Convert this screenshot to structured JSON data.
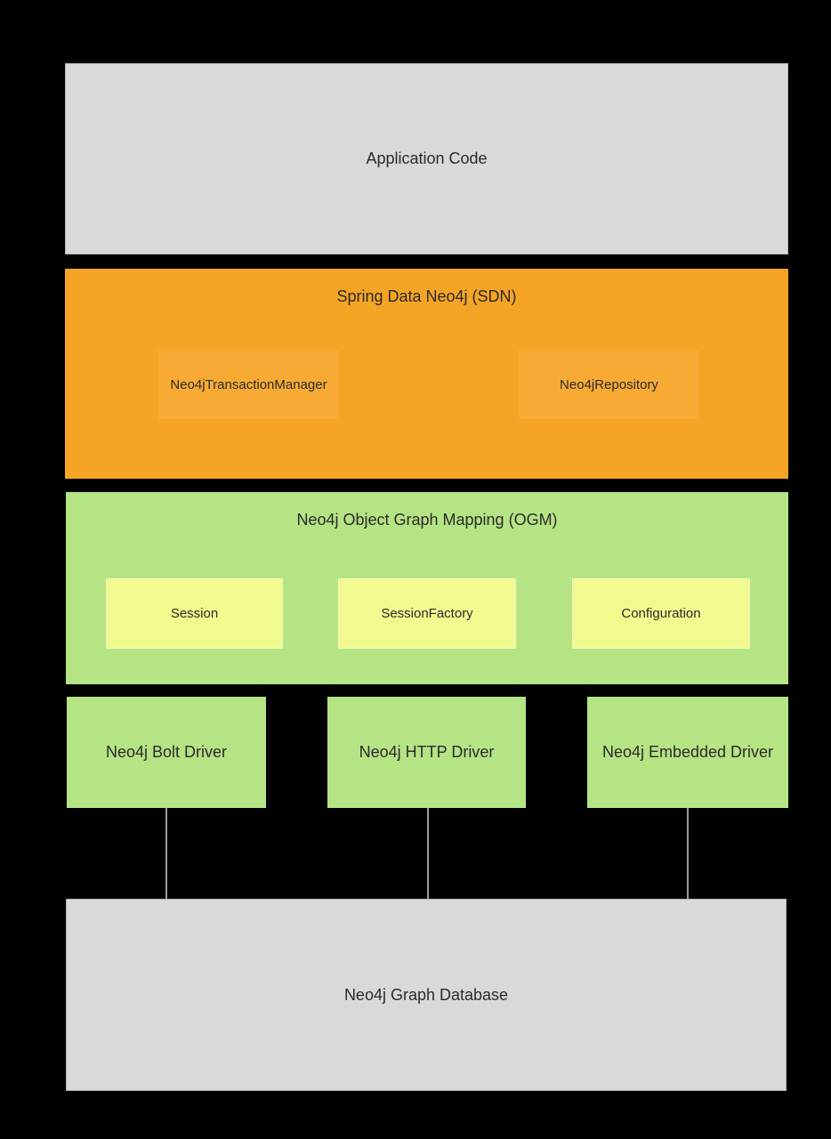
{
  "diagram": {
    "application": {
      "label": "Application Code"
    },
    "sdn": {
      "title": "Spring Data Neo4j (SDN)",
      "components": [
        {
          "label": "Neo4jTransactionManager"
        },
        {
          "label": "Neo4jRepository"
        }
      ]
    },
    "ogm": {
      "title": "Neo4j Object Graph Mapping (OGM)",
      "components": [
        {
          "label": "Session"
        },
        {
          "label": "SessionFactory"
        },
        {
          "label": "Configuration"
        }
      ]
    },
    "drivers": [
      {
        "label": "Neo4j Bolt Driver"
      },
      {
        "label": "Neo4j HTTP Driver"
      },
      {
        "label": "Neo4j Embedded Driver"
      }
    ],
    "database": {
      "label": "Neo4j Graph Database"
    }
  },
  "colors": {
    "background": "#000000",
    "gray_box_fill": "#d9d9d9",
    "gray_box_border": "#b3b3b3",
    "sdn_layer_fill": "#f5a425",
    "sdn_component_fill": "#f7ab34",
    "green_fill": "#b5e485",
    "ogm_component_fill": "#f1fa8e",
    "connector_line": "#9b9b9b",
    "text": "#2b2b2b"
  }
}
